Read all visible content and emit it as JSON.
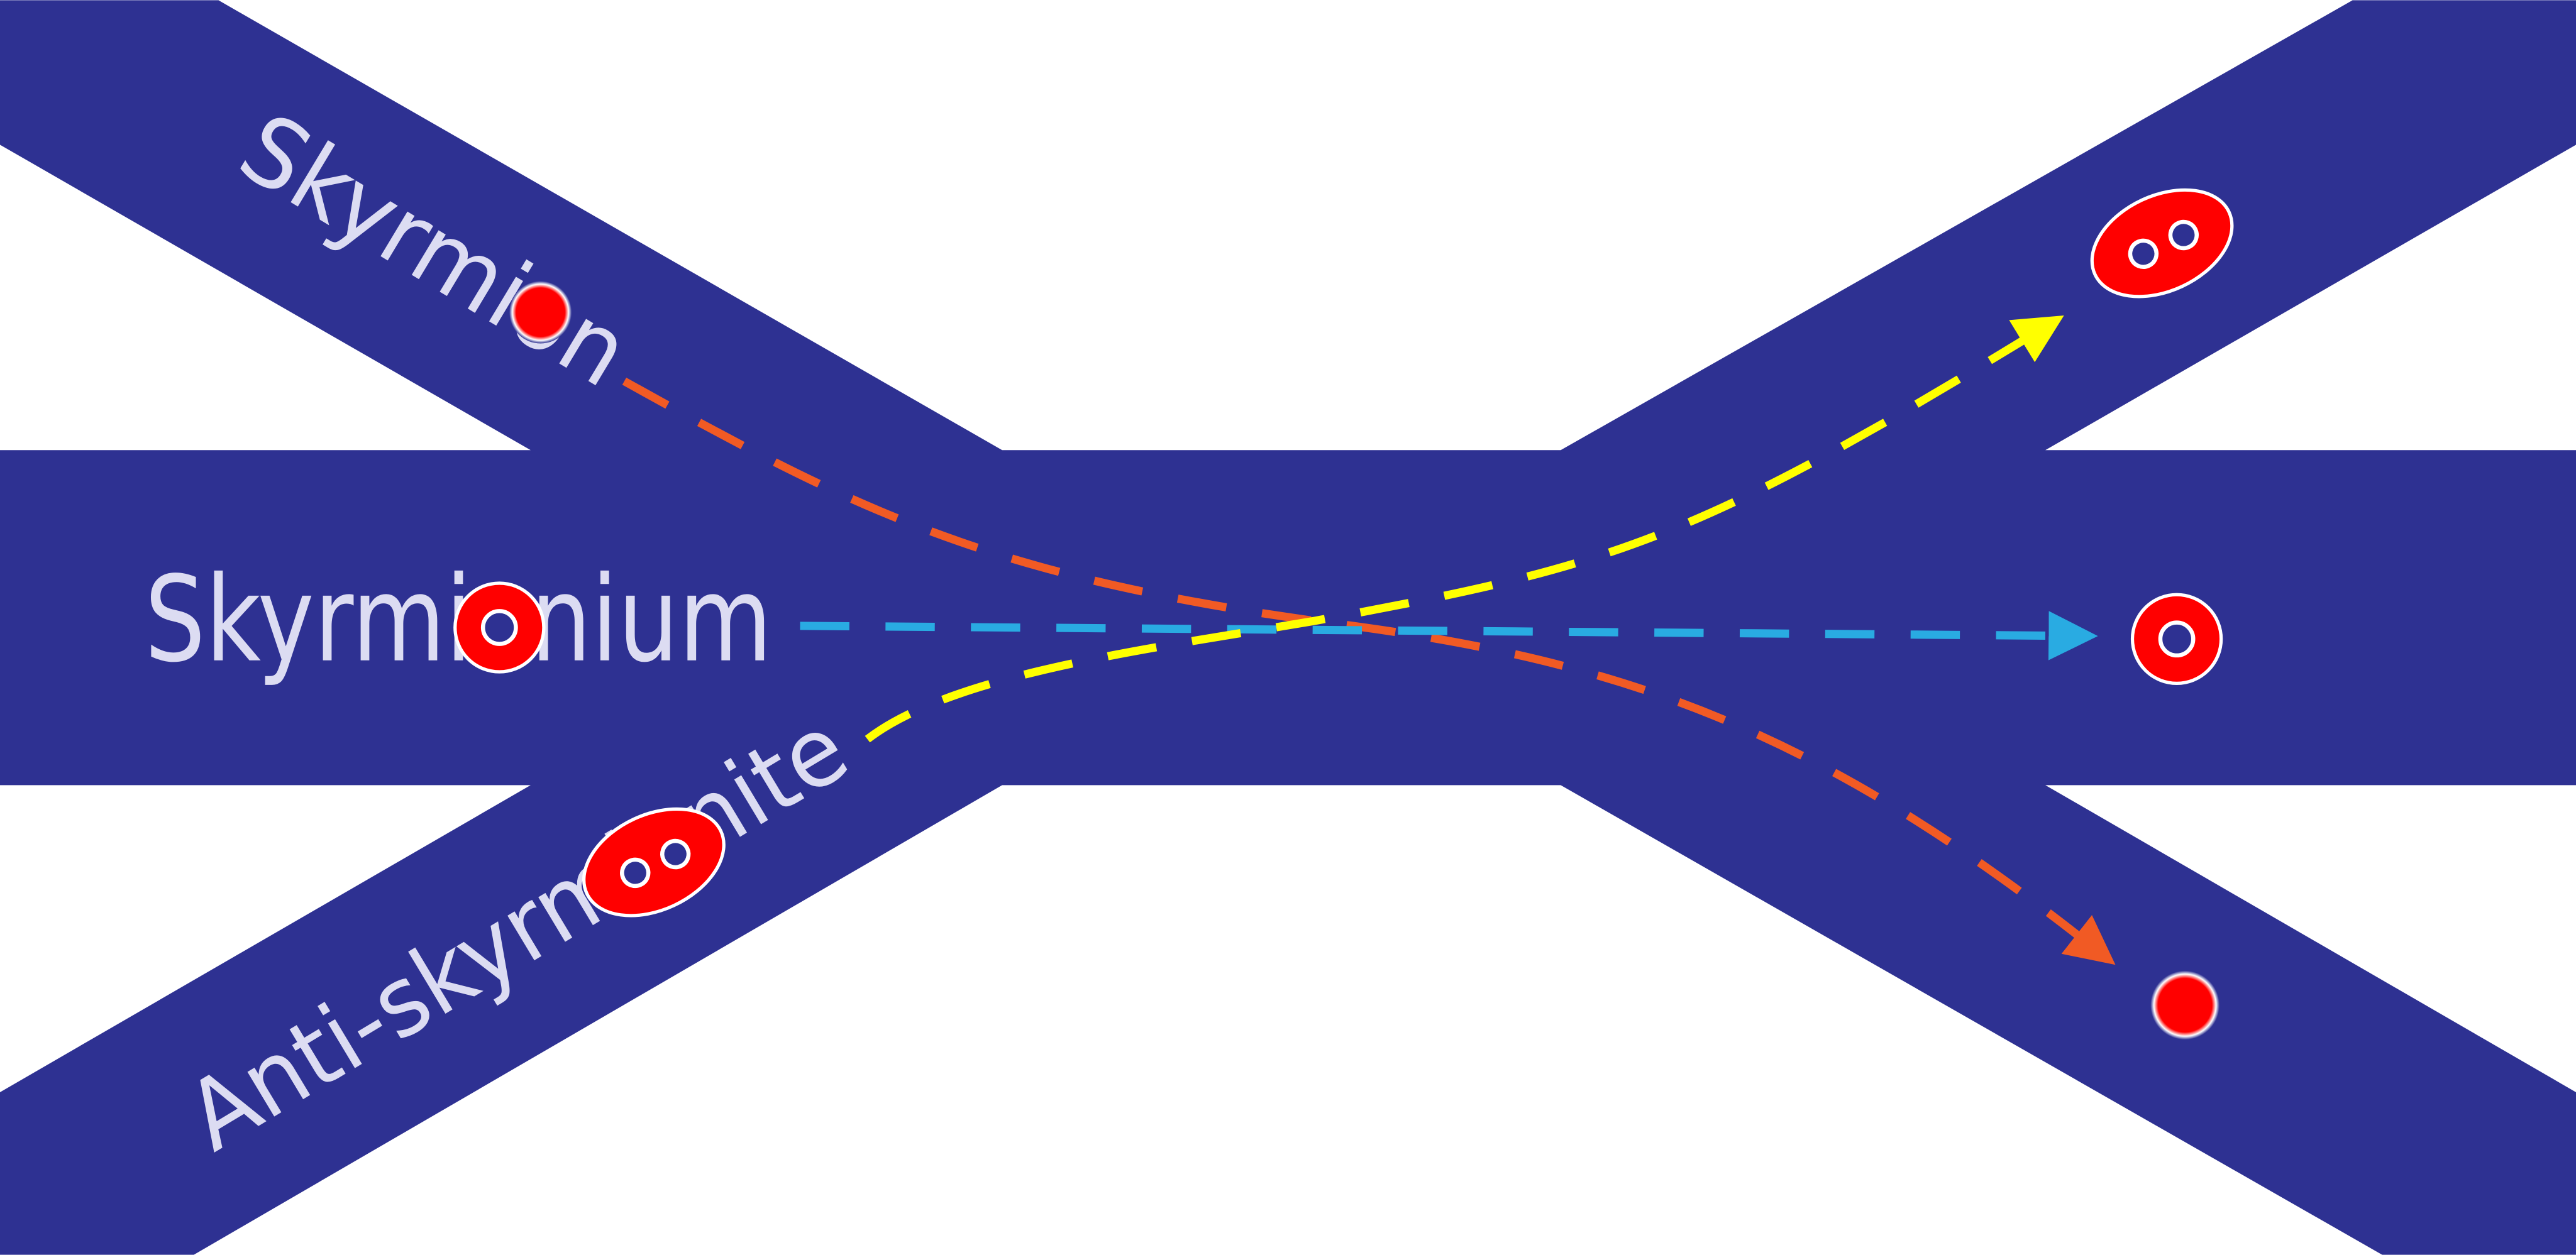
{
  "labels": {
    "skyrmion": "Skyrmion",
    "skyrmionium": "Skyrmionium",
    "anti_skyrmionite": "Anti-skyrmionite"
  },
  "colors": {
    "track": "#2e3192",
    "particle": "#ff0000",
    "skyrmion_path": "#f15a24",
    "skyrmionium_path": "#29abe2",
    "anti_skyrmionite_path": "#ffff00",
    "label": "#dcdcf2"
  }
}
